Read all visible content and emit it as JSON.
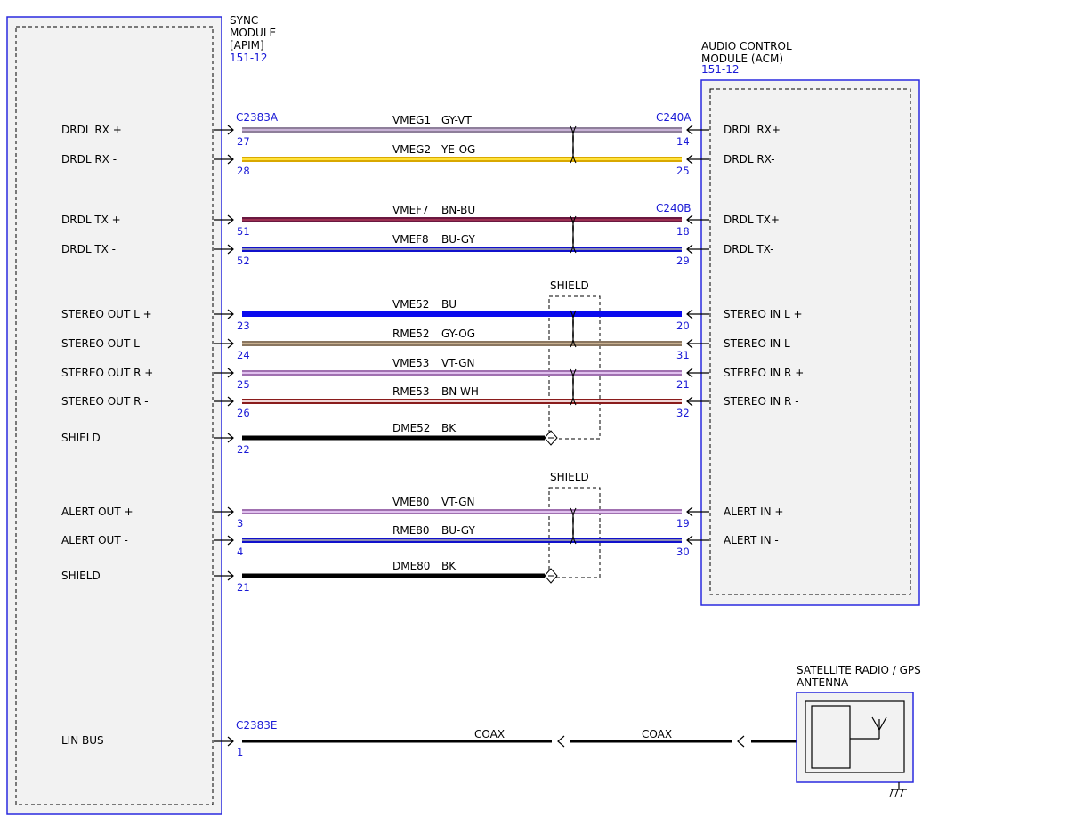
{
  "colors": {
    "module_border": "#2a2adf",
    "module_fill": "#f2f2f2",
    "label_blue": "#1a1ad6",
    "GY-VT": [
      "#8e7f9a",
      "#c8b2d6"
    ],
    "YE-OG": [
      "#d9a800",
      "#ffe23a"
    ],
    "BN-BU": [
      "#6a1840",
      "#9c3050"
    ],
    "BU-GY": [
      "#1111cc",
      "#8a8ab0"
    ],
    "BU": [
      "#0a0aee",
      "#0a0aee"
    ],
    "GY-OG": [
      "#8a7660",
      "#c8b090"
    ],
    "VT-GN": [
      "#a070b0",
      "#e0c0ee"
    ],
    "BN-WH": [
      "#8a1c1c",
      "#f0d6d6"
    ],
    "BK": [
      "#000000",
      "#000000"
    ]
  },
  "left_module": {
    "name_lines": [
      "SYNC",
      "MODULE",
      "[APIM]"
    ],
    "ref": "151-12"
  },
  "right_module": {
    "name_lines": [
      "AUDIO CONTROL",
      "MODULE (ACM)"
    ],
    "ref": "151-12"
  },
  "antenna": {
    "name_lines": [
      "SATELLITE RADIO / GPS",
      "ANTENNA"
    ],
    "icon": "antenna-icon"
  },
  "connectors": {
    "left_a": "C2383A",
    "left_e": "C2383E",
    "right_a": "C240A",
    "right_b": "C240B"
  },
  "shield_labels": [
    "SHIELD",
    "SHIELD"
  ],
  "wires": [
    {
      "left_label": "DRDL RX +",
      "left_pin": "27",
      "circuit": "VMEG1",
      "color": "GY-VT",
      "right_pin": "14",
      "right_label": "DRDL RX+"
    },
    {
      "left_label": "DRDL RX -",
      "left_pin": "28",
      "circuit": "VMEG2",
      "color": "YE-OG",
      "right_pin": "25",
      "right_label": "DRDL RX-"
    },
    {
      "left_label": "DRDL TX +",
      "left_pin": "51",
      "circuit": "VMEF7",
      "color": "BN-BU",
      "right_pin": "18",
      "right_label": "DRDL TX+"
    },
    {
      "left_label": "DRDL TX -",
      "left_pin": "52",
      "circuit": "VMEF8",
      "color": "BU-GY",
      "right_pin": "29",
      "right_label": "DRDL TX-"
    },
    {
      "left_label": "STEREO OUT L +",
      "left_pin": "23",
      "circuit": "VME52",
      "color": "BU",
      "right_pin": "20",
      "right_label": "STEREO IN L +"
    },
    {
      "left_label": "STEREO OUT L -",
      "left_pin": "24",
      "circuit": "RME52",
      "color": "GY-OG",
      "right_pin": "31",
      "right_label": "STEREO IN L -"
    },
    {
      "left_label": "STEREO OUT R +",
      "left_pin": "25",
      "circuit": "VME53",
      "color": "VT-GN",
      "right_pin": "21",
      "right_label": "STEREO IN R +"
    },
    {
      "left_label": "STEREO OUT R -",
      "left_pin": "26",
      "circuit": "RME53",
      "color": "BN-WH",
      "right_pin": "32",
      "right_label": "STEREO IN R -"
    },
    {
      "left_label": "SHIELD",
      "left_pin": "22",
      "circuit": "DME52",
      "color": "BK",
      "right_pin": "",
      "right_label": ""
    },
    {
      "left_label": "ALERT OUT +",
      "left_pin": "3",
      "circuit": "VME80",
      "color": "VT-GN",
      "right_pin": "19",
      "right_label": "ALERT IN +"
    },
    {
      "left_label": "ALERT OUT -",
      "left_pin": "4",
      "circuit": "RME80",
      "color": "BU-GY",
      "right_pin": "30",
      "right_label": "ALERT IN -"
    },
    {
      "left_label": "SHIELD",
      "left_pin": "21",
      "circuit": "DME80",
      "color": "BK",
      "right_pin": "",
      "right_label": ""
    }
  ],
  "lin": {
    "left_label": "LIN BUS",
    "left_pin": "1",
    "segment_labels": [
      "COAX",
      "COAX"
    ]
  }
}
